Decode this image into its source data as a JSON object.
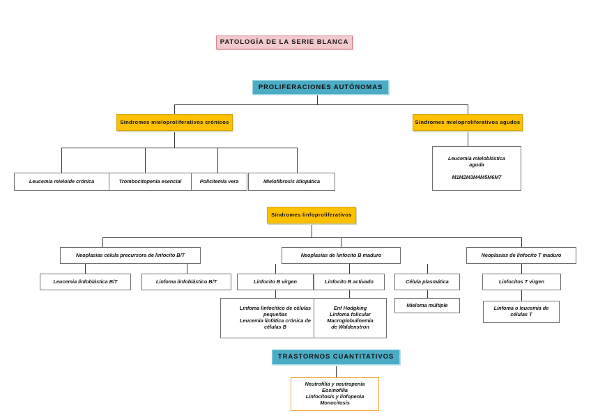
{
  "diagram": {
    "title": "PATOLOGÍA DE LA SERIE BLANCA",
    "colors": {
      "header_pink": "#F2C9CD",
      "header_teal": "#4BACC6",
      "category_yellow": "#FFC000",
      "terminal_orange_border": "#F0A732",
      "connector": "#3A3A3A",
      "box_border": "#6F6F6F",
      "background": "#FFFFFF"
    },
    "nodes": {
      "root": "PATOLOGÍA DE LA SERIE BLANCA",
      "autonomas": "PROLIFERACIONES AUTÓNOMAS",
      "mielo_cronicos": "Síndromes mieloproliferativos crónicos",
      "mielo_agudos": "Síndromes mieloproliferativos agudos",
      "mielo_cronicos_hijos": [
        "Leucemia mieloide crónica",
        "Trombocitopenia esencial",
        "Policitemia vera",
        "Mielofibrosis idiopática"
      ],
      "mielo_agudos_hijo": "Leucemia mieloblástica\naguda\n\nM1M2M3M4M5M6M7",
      "linfoproliferativos": "Síndromes linfoproliferativos",
      "linfo_ramas": [
        "Neoplasias célula precursora de linfocito B/T",
        "Neoplasias de linfocito B maduro",
        "Neoplasias de linfocito T maduro"
      ],
      "precursora_hijos": [
        "Leucemia linfoblástica B/T",
        "Linfoma linfoblástico B/T"
      ],
      "b_maduro_hijos": [
        "Linfocito B virgen",
        "Linfocito B activado",
        "Célula plasmática"
      ],
      "b_maduro_nietos": [
        "Linfoma linfocítico de células\npequeñas\nLeucemia linfática crónica de\ncélulas B",
        "Enf Hodgking\nLinfoma folicular\nMacroglobulinemia\nde Waldenstron",
        "Mieloma múltiple"
      ],
      "t_maduro_hijo": "Linfocitos T virgen",
      "t_maduro_nieto": "Linfoma o leucemia de\ncélulas T",
      "cuantitativos": "TRASTORNOS CUANTITATIVOS",
      "cuantitativos_hijo": "Neutrofilia y neutropenia\nEosinofilia\nLinfocitosis y linfopenia\nMonocitosis"
    }
  }
}
